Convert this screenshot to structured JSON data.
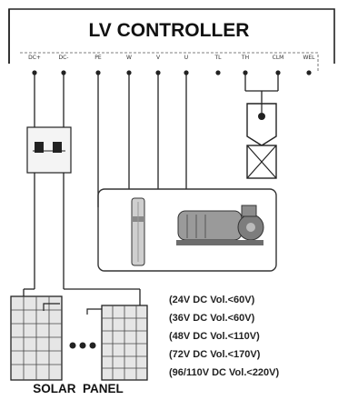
{
  "title": "LV CONTROLLER",
  "terminals": [
    "DC+",
    "DC-",
    "PE",
    "W",
    "V",
    "U",
    "TL",
    "TH",
    "CLM",
    "WEL"
  ],
  "voltage_specs": [
    "(24V DC Vol.<60V)",
    "(36V DC Vol.<60V)",
    "(48V DC Vol.<110V)",
    "(72V DC Vol.<170V)",
    "(96/110V DC Vol.<220V)"
  ],
  "panel_label": "SOLAR  PANEL",
  "colors": {
    "line": "#222222",
    "panel_fill": "#e6e6e6",
    "box_stroke": "#333333"
  }
}
